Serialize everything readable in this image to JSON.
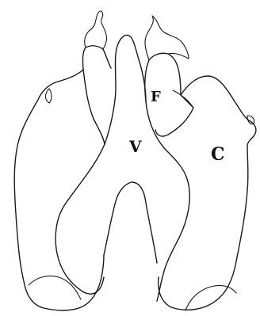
{
  "figure": {
    "labels": {
      "v": "V",
      "f": "F",
      "c": "C"
    },
    "ink_color": "#1a1a1a",
    "background_color": "#ffffff"
  }
}
